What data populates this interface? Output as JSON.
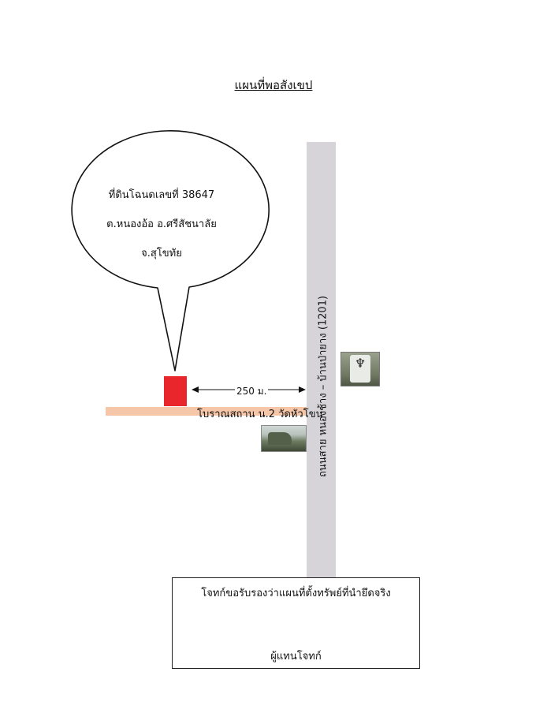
{
  "title": "แผนที่พอสังเขป",
  "bubble": {
    "line1": "ที่ดินโฉนดเลขที่ 38647",
    "line2": "ต.หนองอ้อ อ.ศรีสัชนาลัย",
    "line3": "จ.สุโขทัย"
  },
  "road_label": "ถนนสาย หนองช้าง – บ้านป่ายาง (1201)",
  "distance_label": "250 ม.",
  "site_label": "โบราณสถาน น.2 วัดหัวโขน",
  "certification": {
    "statement": "โจทก์ขอรับรองว่าแผนที่ตั้งทรัพย์ที่นำยึดจริง",
    "signer_title": "ผู้แทนโจทก์"
  },
  "colors": {
    "road": "#d6d4d9",
    "side_road": "#f6c6a8",
    "parcel": "#e8262b",
    "signature": "#1f5fbf"
  },
  "icons": [
    "temple-photo-icon",
    "garuda-emblem-icon",
    "signature-icon"
  ]
}
